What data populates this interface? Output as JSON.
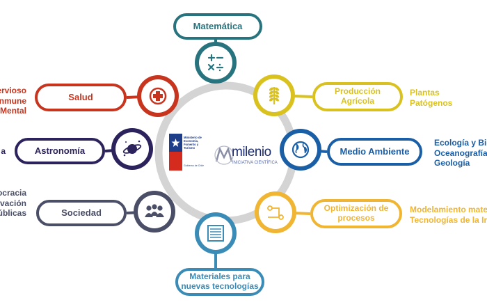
{
  "colors": {
    "ring": "#d4d4d4",
    "matematica": "#27737e",
    "salud": "#c8351f",
    "astronomia": "#2c235d",
    "sociedad": "#4a4e66",
    "materiales": "#3a8bb5",
    "optimizacion": "#f0b532",
    "medio_ambiente": "#1a5ea6",
    "produccion": "#d9c21f"
  },
  "center": {
    "gob_lines": "Ministerio de\nEconomía,\nFomento y\nTurismo",
    "gob_sub": "Gobierno de Chile",
    "milenio_word": "milenio",
    "milenio_sub": "INICIATIVA CIENTÍFICA"
  },
  "areas": [
    {
      "key": "matematica",
      "label": "Matemática",
      "icon": "math-operators-icon",
      "side_text": ""
    },
    {
      "key": "salud",
      "label": "Salud",
      "icon": "medical-cross-icon",
      "side_text": "ervioso\nnmune\nMental"
    },
    {
      "key": "astronomia",
      "label": "Astronomía",
      "icon": "planet-icon",
      "side_text": "a"
    },
    {
      "key": "sociedad",
      "label": "Sociedad",
      "icon": "people-icon",
      "side_text": "ocracia\novación\núblicas"
    },
    {
      "key": "materiales",
      "label": "Materiales para\nnuevas tecnologías",
      "icon": "material-layers-icon",
      "side_text": ""
    },
    {
      "key": "optimizacion",
      "label": "Optimización de\nprocesos",
      "icon": "process-flow-icon",
      "side_text": "Modelamiento matem\nTecnologías de la Info"
    },
    {
      "key": "medio_ambiente",
      "label": "Medio Ambiente",
      "icon": "globe-icon",
      "side_text": "Ecología y Bioc\nOceanografía\nGeología"
    },
    {
      "key": "produccion",
      "label": "Producción\nAgrícola",
      "icon": "wheat-icon",
      "side_text": "Plantas\nPatógenos"
    }
  ]
}
